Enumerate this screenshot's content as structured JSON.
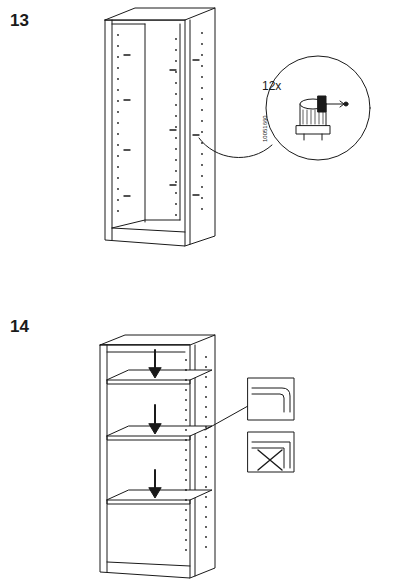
{
  "diagram": {
    "labels": [
      "13",
      "12x",
      "10051660",
      "14"
    ]
  }
}
